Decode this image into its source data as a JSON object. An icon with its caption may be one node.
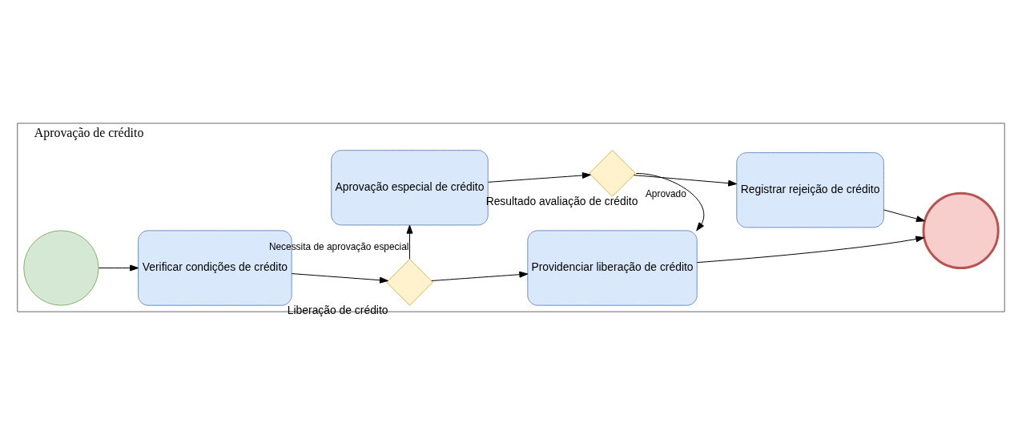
{
  "diagram": {
    "nodes": [
      {
        "text": [
          "Aprovação de crédito"
        ]
      },
      {
        "text": [],
        "shape": "circle",
        "in": 0
      },
      {
        "text": [
          "Verificar condições de crédito"
        ],
        "in": 0
      },
      {
        "text": [],
        "shape": "diamond",
        "beside": [
          "Liberação de crédito"
        ],
        "in": 0
      },
      {
        "text": [
          "Providenciar liberação de crédito"
        ],
        "in": 0
      },
      {
        "text": [],
        "shape": "circle",
        "in": 0
      },
      {
        "text": [
          "Aprovação especial de crédito"
        ],
        "in": 0
      },
      {
        "text": [],
        "shape": "diamond",
        "beside": [
          "Resultado avaliação de crédito"
        ],
        "in": 0
      },
      {
        "text": [
          "Registrar rejeição de crédito"
        ],
        "in": 0
      }
    ],
    "edges": [
      {
        "from": 1,
        "to": 2,
        "arrow": "to"
      },
      {
        "from": 2,
        "to": 3,
        "arrow": "to"
      },
      {
        "from": 3,
        "to": 4,
        "arrow": "to"
      },
      {
        "from": 4,
        "to": 5,
        "arrow": "to"
      },
      {
        "from": 3,
        "to": 6,
        "arrow": "to",
        "label": "Necessita de aprovação especial"
      },
      {
        "from": 6,
        "to": 7,
        "arrow": "to"
      },
      {
        "from": 7,
        "to": 4,
        "arrow": "to",
        "label": "Aprovado"
      },
      {
        "from": 7,
        "to": 8,
        "arrow": "to"
      },
      {
        "from": 8,
        "to": 5,
        "arrow": "to"
      }
    ]
  }
}
